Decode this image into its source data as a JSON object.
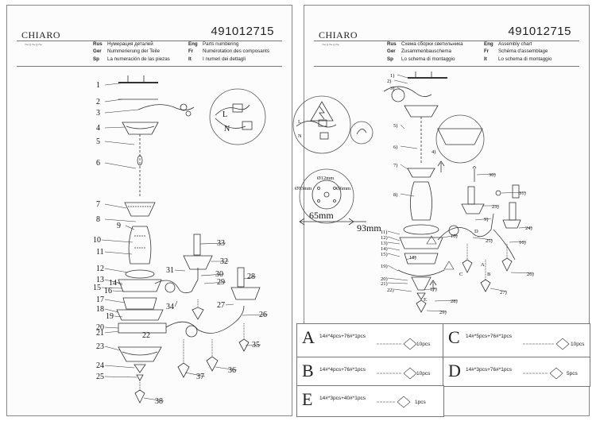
{
  "left_sheet": {
    "brand": "CHIARO",
    "model": "491012715",
    "legend": [
      {
        "abbr": "Rus",
        "text": "Нумерация деталей"
      },
      {
        "abbr": "Ger",
        "text": "Nummerierung der Teile"
      },
      {
        "abbr": "Sp",
        "text": "La numeración de las piezas"
      },
      {
        "abbr": "Eng",
        "text": "Parts numbering"
      },
      {
        "abbr": "Fr",
        "text": "Numérotation des composants"
      },
      {
        "abbr": "It",
        "text": "I numeri dei dettagli"
      }
    ],
    "part_numbers": [
      "1",
      "2",
      "3",
      "4",
      "5",
      "6",
      "7",
      "8",
      "9",
      "10",
      "11",
      "12",
      "13",
      "14",
      "15",
      "16",
      "17",
      "18",
      "19",
      "20",
      "21",
      "22",
      "23",
      "24",
      "25",
      "26",
      "27",
      "28",
      "29",
      "30",
      "31",
      "32",
      "33",
      "34",
      "35",
      "36",
      "37",
      "38"
    ],
    "wire_labels": [
      "L",
      "N"
    ]
  },
  "right_sheet": {
    "brand": "CHIARO",
    "model": "491012715",
    "legend": [
      {
        "abbr": "Rus",
        "text": "Схема сборки светильника"
      },
      {
        "abbr": "Ger",
        "text": "Zusammenbauschema"
      },
      {
        "abbr": "Sp",
        "text": "Lo schema di montaggio"
      },
      {
        "abbr": "Eng",
        "text": "Assembly chart"
      },
      {
        "abbr": "Fr",
        "text": "Schéma d'assemblage"
      },
      {
        "abbr": "It",
        "text": "Lo schema di montaggio"
      }
    ],
    "step_numbers": [
      "1)",
      "2)",
      "3)",
      "4)",
      "5)",
      "6)",
      "7)",
      "8)",
      "9)",
      "10)",
      "11)",
      "12)",
      "13)",
      "14)",
      "15)",
      "16)",
      "17)",
      "18)",
      "19)",
      "20)",
      "21)",
      "22)",
      "23)",
      "24)",
      "25)",
      "26)",
      "27)",
      "28)",
      "29)",
      "30)",
      "31)"
    ],
    "wire_labels": [
      "L",
      "N"
    ],
    "dimensions": {
      "d1": "Ø12mm",
      "d2": "Ø93mm",
      "d3": "Ø6mm",
      "width": "65mm",
      "outer": "93mm"
    },
    "crystal_letters": [
      "A",
      "B",
      "C",
      "D",
      "E"
    ]
  },
  "crystal_boxes": [
    {
      "letter": "A",
      "spec": "14#*4pcs+76#*1pcs",
      "qty": "10pcs"
    },
    {
      "letter": "C",
      "spec": "14#*5pcs+76#*1pcs",
      "qty": "10pcs"
    },
    {
      "letter": "B",
      "spec": "14#*4pcs+76#*1pcs",
      "qty": "10pcs"
    },
    {
      "letter": "D",
      "spec": "14#*3pcs+76#*1pcs",
      "qty": "5pcs"
    },
    {
      "letter": "E",
      "spec": "14#*3pcs+40#*1pcs",
      "qty": "1pcs"
    }
  ]
}
